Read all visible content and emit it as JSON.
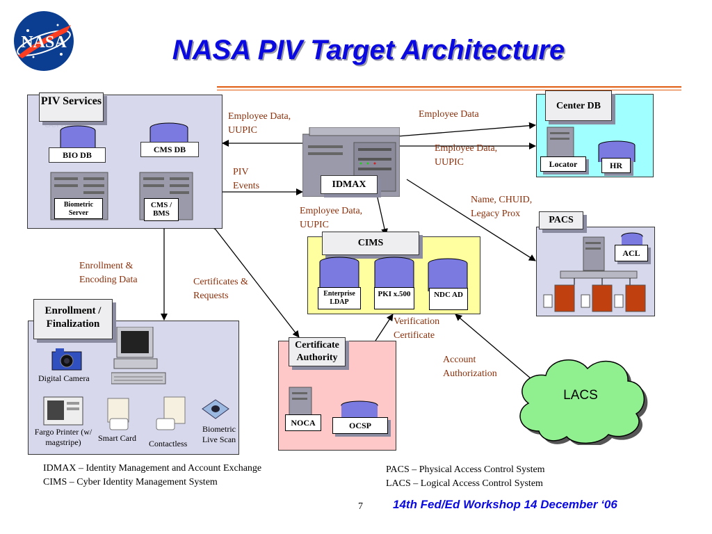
{
  "title": "NASA PIV Target Architecture",
  "logo_text": "NASA",
  "boxes": {
    "piv_services": "PIV Services",
    "piv_services_shadow": "Services",
    "bio_db": "BIO DB",
    "cms_db": "CMS DB",
    "biometric_server": "Biometric Server",
    "cms_bms": "CMS / BMS",
    "idmax": "IDMAX",
    "center_db": "Center DB",
    "locator": "Locator",
    "hr": "HR",
    "pacs": "PACS",
    "acl": "ACL",
    "cims": "CIMS",
    "enterprise_ldap": "Enterprise LDAP",
    "pki_x500": "PKI x.500",
    "ndc_ad": "NDC AD",
    "enrollment": "Enrollment / Finalization",
    "certificate_authority": "Certificate Authority",
    "noca": "NOCA",
    "ocsp": "OCSP",
    "lacs": "LACS"
  },
  "devices": {
    "digital_camera": "Digital Camera",
    "fargo_printer": "Fargo Printer (w/ magstripe)",
    "smart_card": "Smart Card",
    "contactless": "Contactless",
    "biometric_live_scan": "Biometric Live Scan"
  },
  "flows": {
    "employee_data_uupic_1": "Employee Data, UUPIC",
    "employee_data": "Employee Data",
    "employee_data_uupic_2": "Employee Data, UUPIC",
    "piv_events": "PIV Events",
    "name_chuid": "Name, CHUID, Legacy Prox",
    "employee_data_uupic_3": "Employee Data, UUPIC",
    "enrollment_encoding": "Enrollment & Encoding  Data",
    "certificates_requests": "Certificates & Requests",
    "verification_certificate": "Verification Certificate",
    "account_authorization": "Account Authorization"
  },
  "legend": {
    "idmax_def": "IDMAX – Identity Management and Account Exchange",
    "cims_def": "CIMS – Cyber Identity Management System",
    "pacs_def": "PACS – Physical Access Control System",
    "lacs_def": "LACS – Logical Access Control System"
  },
  "footer": {
    "page_number": "7",
    "workshop": "14th Fed/Ed Workshop 14 December ‘06"
  },
  "colors": {
    "title": "#0a0ae0",
    "flow_text": "#8b2f0a",
    "panel_lavender": "#d8d8ec",
    "center_db_fill": "#a0ffff",
    "cims_fill": "#ffffa0",
    "ca_fill": "#ffc8c8",
    "lacs_fill": "#90f090",
    "db_cylinder": "#7a7ae0"
  }
}
